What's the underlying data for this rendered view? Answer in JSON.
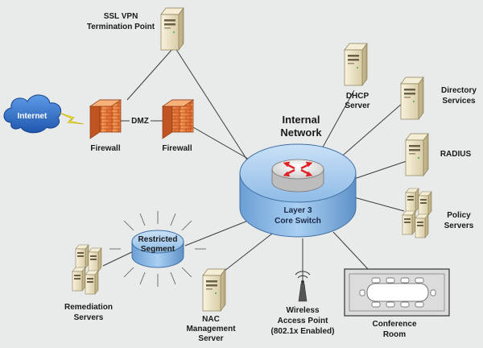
{
  "nodes": {
    "internet": "Internet",
    "dmz": "DMZ",
    "firewall_left": "Firewall",
    "firewall_right": "Firewall",
    "ssl_vpn": [
      "SSL VPN",
      "Termination Point"
    ],
    "dhcp": [
      "DHCP",
      "Server"
    ],
    "directory": [
      "Directory",
      "Services"
    ],
    "radius": "RADIUS",
    "policy": [
      "Policy",
      "Servers"
    ],
    "internal_network": [
      "Internal",
      "Network"
    ],
    "core_switch": [
      "Layer 3",
      "Core Switch"
    ],
    "restricted": [
      "Restricted",
      "Segment"
    ],
    "remediation": [
      "Remediation",
      "Servers"
    ],
    "nac": [
      "NAC",
      "Management",
      "Server"
    ],
    "wireless": [
      "Wireless",
      "Access Point",
      "(802.1x Enabled)"
    ],
    "conference": [
      "Conference",
      "Room"
    ]
  },
  "colors": {
    "background": "#e9eaea",
    "link": "#3c3c3c",
    "switch_blue": "#9ec8ee",
    "firewall_orange": "#e8833a",
    "cloud_blue": "#2f6fc9",
    "server_beige": "#efe5c8",
    "bolt_yellow": "#f3e629",
    "router_red": "#e0242a"
  }
}
